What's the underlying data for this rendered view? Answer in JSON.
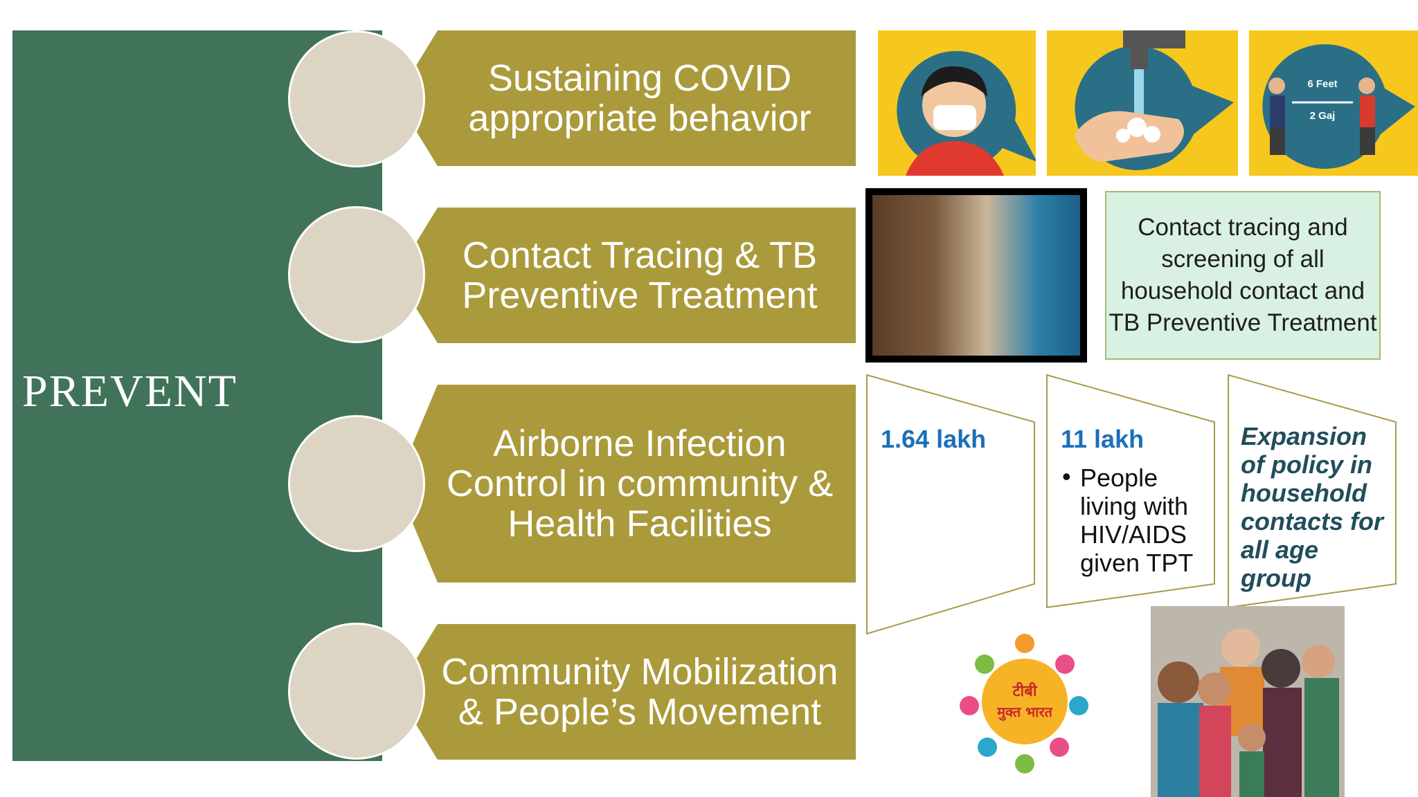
{
  "section": {
    "label": "PREVENT"
  },
  "banners": [
    {
      "text": "Sustaining COVID appropriate behavior"
    },
    {
      "text": "Contact Tracing & TB Preventive Treatment"
    },
    {
      "text": "Airborne Infection Control  in community & Health Facilities"
    },
    {
      "text": "Community Mobilization & People’s Movement"
    }
  ],
  "illustrations": {
    "distance_top": "6 Feet",
    "distance_bottom": "2 Gaj"
  },
  "contact_note": {
    "text": "Contact tracing and screening of all household contact and TB Preventive Treatment"
  },
  "stats": [
    {
      "value": "1.64 lakh",
      "detail": ""
    },
    {
      "value": "11 lakh",
      "detail": "People living with HIV/AIDS given TPT"
    }
  ],
  "expansion": {
    "text": "Expansion of policy in household contacts for all age group"
  },
  "logo": {
    "line1": "टीबी",
    "line2": "मुक्त भारत"
  },
  "colors": {
    "green_panel": "#41735a",
    "banner": "#ab9a3b",
    "circle": "#ddd5c3",
    "illustration_bg": "#f6c71d",
    "stat_number": "#1d6fb8",
    "expansion_text": "#214d5c"
  }
}
